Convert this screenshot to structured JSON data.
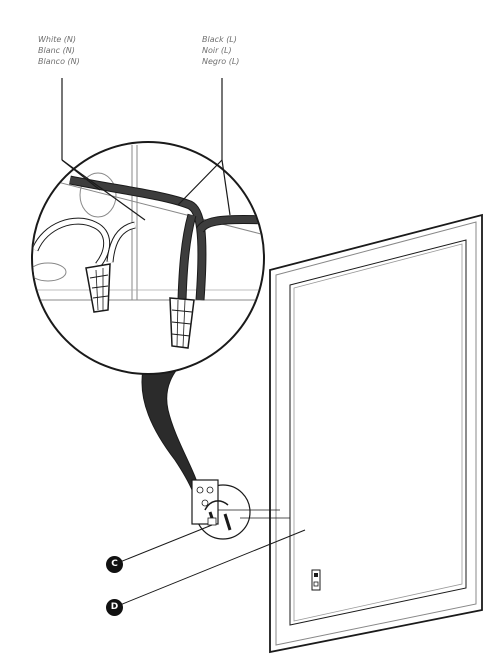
{
  "labels": {
    "neutral": [
      "White (N)",
      "Blanc (N)",
      "Blanco (N)"
    ],
    "live": [
      "Black (L)",
      "Noir (L)",
      "Negro (L)"
    ]
  },
  "callouts": {
    "c": "C",
    "d": "D"
  },
  "colors": {
    "line": "#1a1a1a",
    "black_wire": "#333333",
    "label_text": "#6f6f6f"
  }
}
